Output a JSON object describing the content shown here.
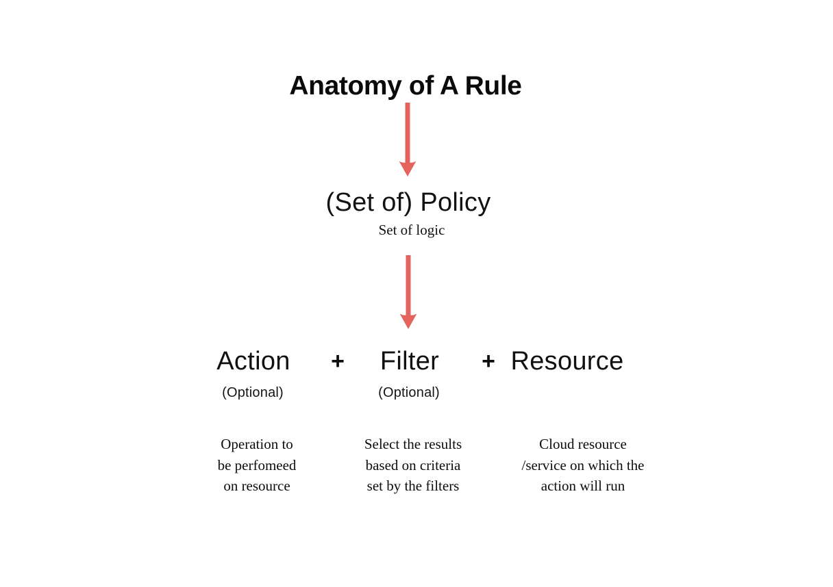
{
  "page": {
    "background_color": "#ffffff",
    "text_color": "#0d0d0d",
    "accent_color": "#E2645C"
  },
  "title": "Anatomy of A Rule",
  "policy": {
    "label": "(Set of) Policy",
    "subtitle": "Set of logic"
  },
  "connectors": [
    {
      "name": "arrow-title-to-policy",
      "color": "#E2645C"
    },
    {
      "name": "arrow-policy-to-components",
      "color": "#E2645C"
    }
  ],
  "components": [
    {
      "label": "Action",
      "optional": "(Optional)",
      "description": [
        "Operation to",
        "be perfomeed",
        "on resource"
      ]
    },
    {
      "label": "Filter",
      "optional": "(Optional)",
      "description": [
        "Select the results",
        "based on criteria",
        "set by the filters"
      ]
    },
    {
      "label": "Resource",
      "optional": "",
      "description": [
        "Cloud resource",
        "/service on which the",
        "action will run"
      ]
    }
  ],
  "operators": {
    "plus_1": "+",
    "plus_2": "+"
  }
}
